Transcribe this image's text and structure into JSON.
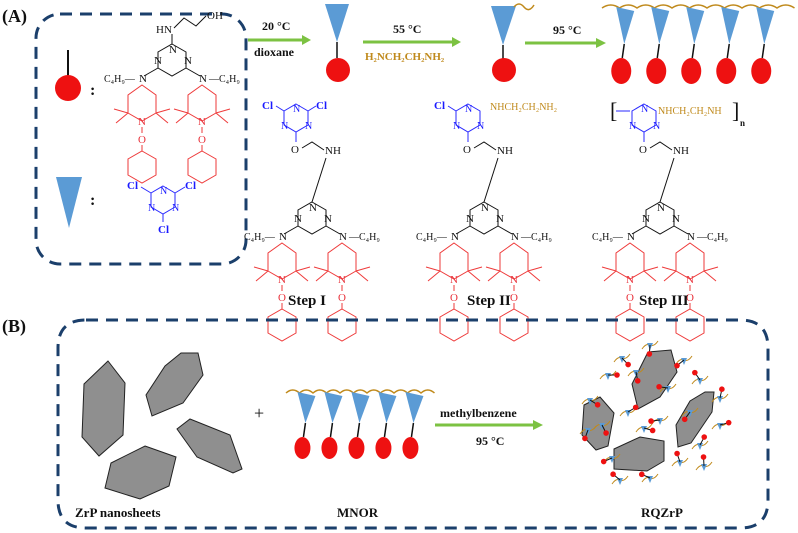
{
  "panel_a": {
    "label": "(A)",
    "legend": {
      "ball_symbol_colon": ":",
      "triangle_symbol_colon": ":",
      "hals_oh": "OH",
      "hals_hn": "HN",
      "c4h9_left": "C₄H₉",
      "c4h9_right": "C₄H₉",
      "triazine_n": "N",
      "piperidine_n": "N",
      "piperidine_o": "O",
      "cl": "Cl"
    },
    "steps": [
      {
        "condition_top": "20 °C",
        "condition_bottom": "dioxane",
        "label": "Step I"
      },
      {
        "condition_top": "55 °C",
        "condition_bottom": "H₂NCH₂CH₂NH₂",
        "label": "Step II"
      },
      {
        "condition_top": "95 °C",
        "condition_bottom": "",
        "label": "Step III"
      }
    ],
    "step2_substituent": "NHCH₂CH₂NH₂",
    "step3_substituent": "NHCH₂CH₂NH",
    "step3_repeat": "n",
    "nh": "NH",
    "o": "O"
  },
  "panel_b": {
    "label": "(B)",
    "plus": "+",
    "reagent_top": "methylbenzene",
    "reagent_bottom": "95 °C",
    "captions": [
      "ZrP nanosheets",
      "MNOR",
      "RQZrP"
    ]
  },
  "colors": {
    "triangle": "#5b9bd5",
    "ball": "#ee1111",
    "arrow": "#7cc242",
    "dashed_frame": "#1b3f6b",
    "hals_red": "#e8313a",
    "cyanuric_blue": "#1a1aff",
    "diamine_gold": "#c08a1c",
    "sheet_gray": "#8f8f8f"
  }
}
